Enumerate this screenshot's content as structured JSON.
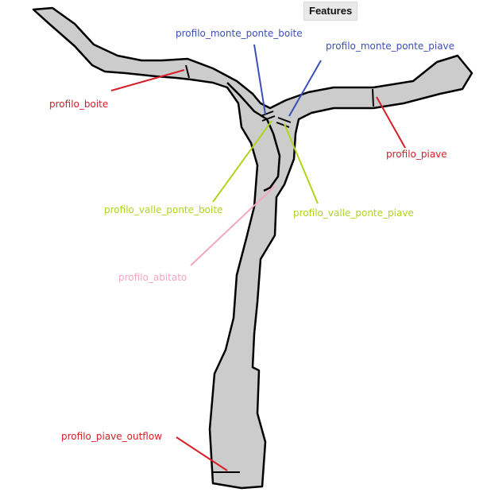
{
  "title": "Features",
  "colors": {
    "river_fill": "#cccccc",
    "river_edge": "#000000",
    "monte": "#3b4fb8",
    "valle": "#aed61e",
    "piave": "#d42027",
    "abitato": "#f4a6be"
  },
  "labels": {
    "profilo_monte_ponte_boite": "profilo_monte_ponte_boite",
    "profilo_monte_ponte_piave": "profilo_monte_ponte_piave",
    "profilo_boite": "profilo_boite",
    "profilo_piave": "profilo_piave",
    "profilo_valle_ponte_boite": "profilo_valle_ponte_boite",
    "profilo_valle_ponte_piave": "profilo_valle_ponte_piave",
    "profilo_abitato": "profilo_abitato",
    "profilo_piave_outflow": "profilo_piave_outflow"
  }
}
